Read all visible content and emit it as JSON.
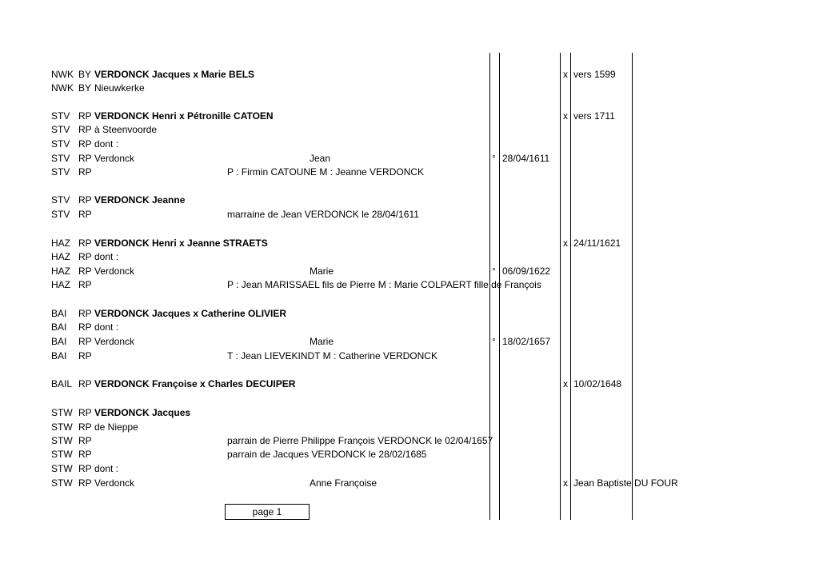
{
  "rows": [
    {
      "c1": "NWK",
      "c2": "BY",
      "c3": "VERDONCK Jacques x Marie BELS",
      "bold": true,
      "c4": "",
      "c5": "",
      "c6": "",
      "c7": "",
      "c8": "x",
      "c9": "vers 1599"
    },
    {
      "c1": "NWK",
      "c2": "BY",
      "c3": "Nieuwkerke",
      "bold": false,
      "c4": "",
      "c5": "",
      "c6": "",
      "c7": "",
      "c8": "",
      "c9": ""
    },
    {
      "c1": "STV",
      "c2": "RP",
      "c3": "VERDONCK Henri x Pétronille CATOEN",
      "bold": true,
      "c4": "",
      "c5": "",
      "c6": "",
      "c7": "",
      "c8": "x",
      "c9": "vers 1711"
    },
    {
      "c1": "STV",
      "c2": "RP",
      "c3": "à Steenvoorde",
      "bold": false,
      "c4": "",
      "c5": "",
      "c6": "",
      "c7": "",
      "c8": "",
      "c9": ""
    },
    {
      "c1": "STV",
      "c2": "RP",
      "c3": "dont :",
      "bold": false,
      "c4": "",
      "c5": "",
      "c6": "",
      "c7": "",
      "c8": "",
      "c9": ""
    },
    {
      "c1": "STV",
      "c2": "RP",
      "c3": "Verdonck",
      "bold": false,
      "c4": "",
      "c5": "Jean",
      "c6": "°",
      "c7": "28/04/1611",
      "c8": "",
      "c9": ""
    },
    {
      "c1": "STV",
      "c2": "RP",
      "c3": "",
      "bold": false,
      "c4": "P : Firmin CATOUNE M : Jeanne VERDONCK",
      "c5": "",
      "c6": "",
      "c7": "",
      "c8": "",
      "c9": ""
    },
    {
      "c1": "STV",
      "c2": "RP",
      "c3": "VERDONCK Jeanne",
      "bold": true,
      "c4": "",
      "c5": "",
      "c6": "",
      "c7": "",
      "c8": "",
      "c9": ""
    },
    {
      "c1": "STV",
      "c2": "RP",
      "c3": "",
      "bold": false,
      "c4": "marraine de Jean VERDONCK le 28/04/1611",
      "c5": "",
      "c6": "",
      "c7": "",
      "c8": "",
      "c9": ""
    },
    {
      "c1": "HAZ",
      "c2": "RP",
      "c3": "VERDONCK Henri x Jeanne STRAETS",
      "bold": true,
      "c4": "",
      "c5": "",
      "c6": "",
      "c7": "",
      "c8": "x",
      "c9": "24/11/1621"
    },
    {
      "c1": "HAZ",
      "c2": "RP",
      "c3": "dont :",
      "bold": false,
      "c4": "",
      "c5": "",
      "c6": "",
      "c7": "",
      "c8": "",
      "c9": ""
    },
    {
      "c1": "HAZ",
      "c2": "RP",
      "c3": "Verdonck",
      "bold": false,
      "c4": "",
      "c5": "Marie",
      "c6": "°",
      "c7": "06/09/1622",
      "c8": "",
      "c9": ""
    },
    {
      "c1": "HAZ",
      "c2": "RP",
      "c3": "",
      "bold": false,
      "c4": "P : Jean MARISSAEL fils de Pierre M : Marie COLPAERT fille de François",
      "c5": "",
      "c6": "",
      "c7": "",
      "c8": "",
      "c9": ""
    },
    {
      "c1": "BAI",
      "c2": "RP",
      "c3": "VERDONCK Jacques x Catherine OLIVIER",
      "bold": true,
      "c4": "",
      "c5": "",
      "c6": "",
      "c7": "",
      "c8": "",
      "c9": ""
    },
    {
      "c1": "BAI",
      "c2": "RP",
      "c3": "dont :",
      "bold": false,
      "c4": "",
      "c5": "",
      "c6": "",
      "c7": "",
      "c8": "",
      "c9": ""
    },
    {
      "c1": "BAI",
      "c2": "RP",
      "c3": "Verdonck",
      "bold": false,
      "c4": "",
      "c5": "Marie",
      "c6": "°",
      "c7": "18/02/1657",
      "c8": "",
      "c9": ""
    },
    {
      "c1": "BAI",
      "c2": "RP",
      "c3": "",
      "bold": false,
      "c4": "T : Jean LIEVEKINDT M : Catherine VERDONCK",
      "c5": "",
      "c6": "",
      "c7": "",
      "c8": "",
      "c9": ""
    },
    {
      "c1": "BAIL",
      "c2": "RP",
      "c3": "VERDONCK Françoise x Charles DECUIPER",
      "bold": true,
      "c4": "",
      "c5": "",
      "c6": "",
      "c7": "",
      "c8": "x",
      "c9": "10/02/1648"
    },
    {
      "c1": "STW",
      "c2": "RP",
      "c3": "VERDONCK Jacques",
      "bold": true,
      "c4": "",
      "c5": "",
      "c6": "",
      "c7": "",
      "c8": "",
      "c9": ""
    },
    {
      "c1": "STW",
      "c2": "RP",
      "c3": "de Nieppe",
      "bold": false,
      "c4": "",
      "c5": "",
      "c6": "",
      "c7": "",
      "c8": "",
      "c9": ""
    },
    {
      "c1": "STW",
      "c2": "RP",
      "c3": "",
      "bold": false,
      "c4": "parrain de Pierre Philippe François VERDONCK le 02/04/1657",
      "c5": "",
      "c6": "",
      "c7": "",
      "c8": "",
      "c9": ""
    },
    {
      "c1": "STW",
      "c2": "RP",
      "c3": "",
      "bold": false,
      "c4": "parrain de Jacques VERDONCK le 28/02/1685",
      "c5": "",
      "c6": "",
      "c7": "",
      "c8": "",
      "c9": ""
    },
    {
      "c1": "STW",
      "c2": "RP",
      "c3": "dont :",
      "bold": false,
      "c4": "",
      "c5": "",
      "c6": "",
      "c7": "",
      "c8": "",
      "c9": ""
    },
    {
      "c1": "STW",
      "c2": "RP",
      "c3": "Verdonck",
      "bold": false,
      "c4": "",
      "c5": "Anne Françoise",
      "c6": "",
      "c7": "",
      "c8": "x",
      "c9": "Jean Baptiste DU FOUR"
    }
  ],
  "footer": {
    "page_label": "page 1"
  }
}
